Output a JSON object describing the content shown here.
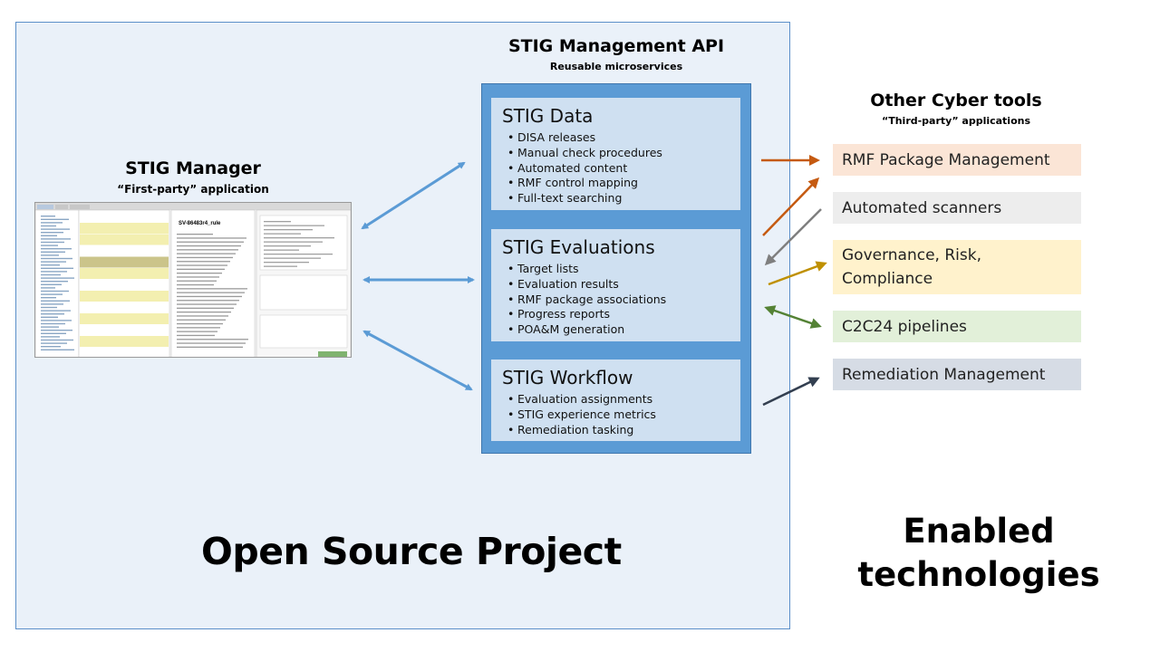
{
  "open_source_project": {
    "label": "Open Source Project"
  },
  "api": {
    "title": "STIG Management API",
    "subtitle": "Reusable microservices",
    "services": [
      {
        "title": "STIG Data",
        "items": [
          "DISA releases",
          "Manual check procedures",
          "Automated content",
          "RMF control mapping",
          "Full-text searching"
        ]
      },
      {
        "title": "STIG Evaluations",
        "items": [
          "Target lists",
          "Evaluation results",
          "RMF package associations",
          "Progress reports",
          "POA&M generation"
        ]
      },
      {
        "title": "STIG Workflow",
        "items": [
          "Evaluation assignments",
          "STIG experience metrics",
          "Remediation tasking"
        ]
      }
    ]
  },
  "manager": {
    "title": "STIG Manager",
    "subtitle": "“First-party” application",
    "screenshot_heading": "SV-86483r4_rule"
  },
  "other_tools": {
    "title": "Other Cyber tools",
    "subtitle": "“Third-party” applications",
    "tools": [
      {
        "label": "RMF Package Management",
        "bg": "#fbe5d6",
        "arrow": "#c55a11"
      },
      {
        "label": "Automated scanners",
        "bg": "#ededed",
        "arrow": "#7f7f7f"
      },
      {
        "label": "Governance,  Risk,\nCompliance",
        "bg": "#fff2cc",
        "arrow": "#bf9000"
      },
      {
        "label": "C2C24 pipelines",
        "bg": "#e2f0d9",
        "arrow": "#548235"
      },
      {
        "label": "Remediation  Management",
        "bg": "#d6dce5",
        "arrow": "#333f50"
      }
    ]
  },
  "enabled": {
    "line1": "Enabled",
    "line2": "technologies"
  },
  "colors": {
    "api_blue": "#5b9bd5",
    "arrow_blue": "#5b9bd5"
  }
}
